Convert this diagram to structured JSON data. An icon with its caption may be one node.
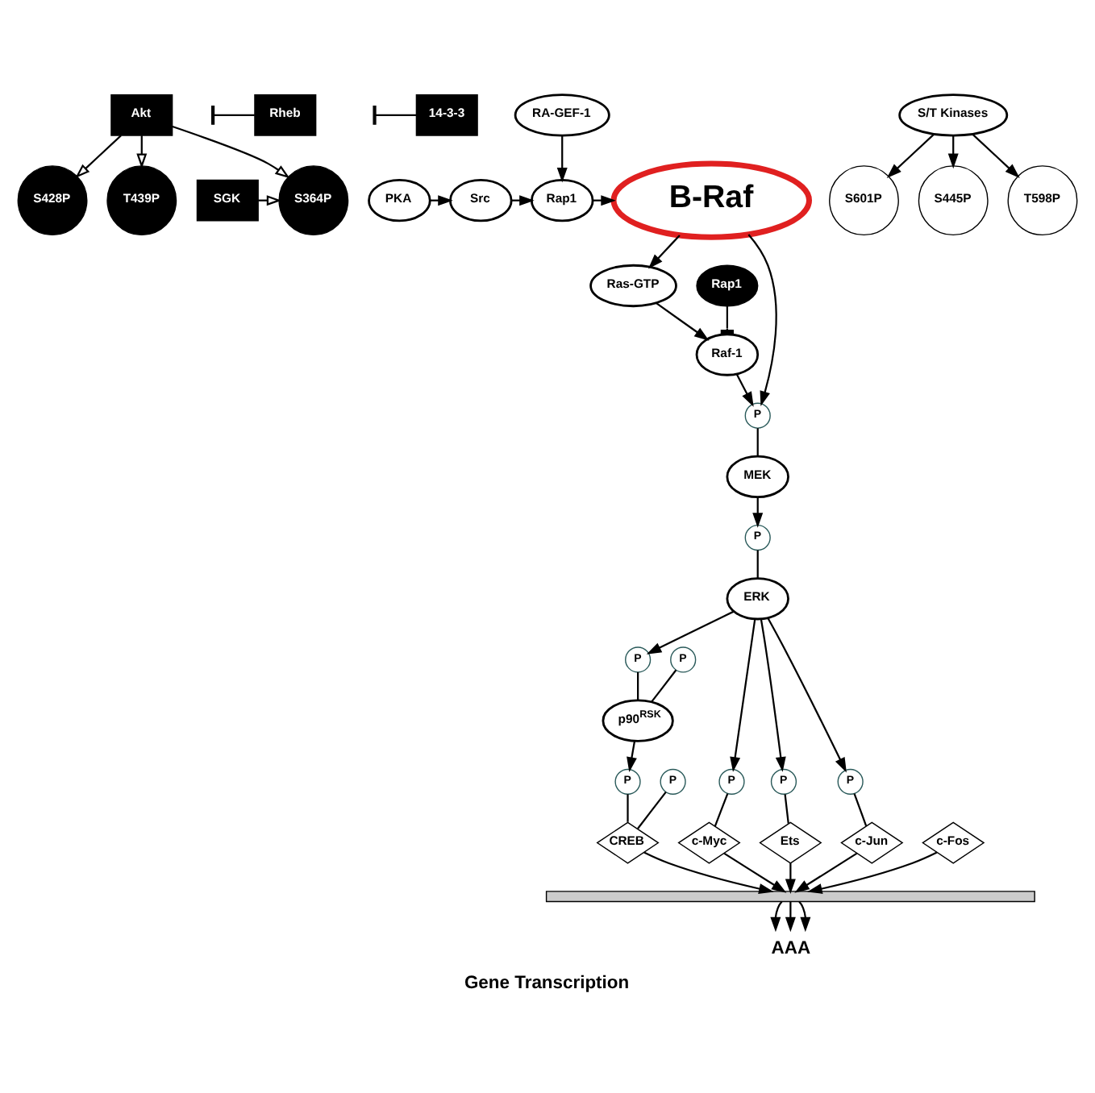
{
  "diagram": {
    "caption": "Gene Transcription",
    "nodes": [
      {
        "text": [
          "Akt"
        ]
      },
      {
        "text": [
          "SGK"
        ]
      },
      {
        "text": [
          "S364P"
        ]
      },
      {
        "text": [
          "S428P"
        ]
      },
      {
        "text": [
          "T439P"
        ]
      },
      {
        "text": [
          "Rheb"
        ]
      },
      {
        "text": [
          "14-3-3"
        ]
      },
      {
        "text": [
          "RA-GEF-1"
        ]
      },
      {
        "text": [
          "PKA"
        ]
      },
      {
        "text": [
          "Src"
        ]
      },
      {
        "text": [
          "Rap1"
        ]
      },
      {
        "text": [
          "B-Raf"
        ]
      },
      {
        "text": [
          "S601P"
        ]
      },
      {
        "text": [
          "Ras-GTP"
        ]
      },
      {
        "text": [
          "Raf-1"
        ]
      },
      {
        "text": [
          "S445P"
        ]
      },
      {
        "text": [
          "T598P"
        ]
      },
      {
        "text": [
          "S/T Kinases"
        ]
      },
      {
        "text": [
          "P"
        ]
      },
      {
        "text": [
          "Rap1"
        ]
      },
      {
        "text": [
          "MEK"
        ]
      },
      {
        "text": [
          "P"
        ]
      },
      {
        "text": [
          "ERK"
        ]
      },
      {
        "text": [
          "P"
        ]
      },
      {
        "text": [
          "P"
        ]
      },
      {
        "text": [
          "p90$^{RSK}$"
        ]
      },
      {
        "text": [
          "P"
        ]
      },
      {
        "text": [
          "c-Myc"
        ]
      },
      {
        "text": [
          "P"
        ]
      },
      {
        "text": [
          "Ets"
        ]
      },
      {
        "text": [
          "P"
        ]
      },
      {
        "text": [
          "P"
        ]
      },
      {
        "text": [
          "CREB"
        ]
      },
      {
        "text": [
          "P"
        ]
      },
      {
        "text": [
          "c-Jun"
        ]
      },
      {
        "text": [
          "c-Fos"
        ]
      },
      {
        "text": [],
        "shape": "helix"
      },
      {
        "text": [
          "AAA"
        ]
      }
    ],
    "edges": [
      {
        "from": 0,
        "to": 2,
        "arrow": "to"
      },
      {
        "from": 0,
        "to": 3,
        "arrow": "to"
      },
      {
        "from": 0,
        "to": 4,
        "arrow": "to"
      },
      {
        "from": 1,
        "to": 2,
        "arrow": "to"
      },
      {
        "from": 5,
        "to": null,
        "arrow": "other"
      },
      {
        "from": 6,
        "to": null,
        "arrow": "other"
      },
      {
        "from": 7,
        "to": 10,
        "arrow": "to"
      },
      {
        "from": 8,
        "to": 9,
        "arrow": "to"
      },
      {
        "from": 9,
        "to": 10,
        "arrow": "to"
      },
      {
        "from": 10,
        "to": 11,
        "arrow": "to"
      },
      {
        "from": 11,
        "to": 13,
        "arrow": "to"
      },
      {
        "from": 13,
        "to": 14,
        "arrow": "to"
      },
      {
        "from": 19,
        "to": 14,
        "arrow": "other"
      },
      {
        "from": 14,
        "to": 18,
        "arrow": "to"
      },
      {
        "from": 11,
        "to": 18,
        "arrow": "to"
      },
      {
        "from": 17,
        "to": 12,
        "arrow": "to"
      },
      {
        "from": 17,
        "to": 16,
        "arrow": "to"
      },
      {
        "from": 17,
        "to": 15,
        "arrow": "to"
      },
      {
        "from": 18,
        "to": 20,
        "arrow": "none"
      },
      {
        "from": 20,
        "to": 21,
        "arrow": "to"
      },
      {
        "from": 21,
        "to": 22,
        "arrow": "none"
      },
      {
        "from": 22,
        "to": 23,
        "arrow": "to"
      },
      {
        "from": 23,
        "to": 25,
        "arrow": "none"
      },
      {
        "from": 24,
        "to": 25,
        "arrow": "none"
      },
      {
        "from": 22,
        "to": 26,
        "arrow": "to"
      },
      {
        "from": 22,
        "to": 28,
        "arrow": "to"
      },
      {
        "from": 25,
        "to": 30,
        "arrow": "to"
      },
      {
        "from": 22,
        "to": 33,
        "arrow": "to"
      },
      {
        "from": 26,
        "to": 27,
        "arrow": "none"
      },
      {
        "from": 28,
        "to": 29,
        "arrow": "none"
      },
      {
        "from": 30,
        "to": 32,
        "arrow": "none"
      },
      {
        "from": 31,
        "to": 32,
        "arrow": "none"
      },
      {
        "from": 33,
        "to": 34,
        "arrow": "none"
      },
      {
        "from": 27,
        "to": 36,
        "arrow": "to"
      },
      {
        "from": 29,
        "to": 36,
        "arrow": "to"
      },
      {
        "from": 32,
        "to": 36,
        "arrow": "to"
      },
      {
        "from": 34,
        "to": 36,
        "arrow": "to"
      },
      {
        "from": 35,
        "to": 36,
        "arrow": "to"
      },
      {
        "from": 36,
        "to": 37,
        "arrow": "to"
      },
      {
        "from": 36,
        "to": 37,
        "arrow": "to"
      },
      {
        "from": 36,
        "to": 37,
        "arrow": "to"
      }
    ]
  }
}
